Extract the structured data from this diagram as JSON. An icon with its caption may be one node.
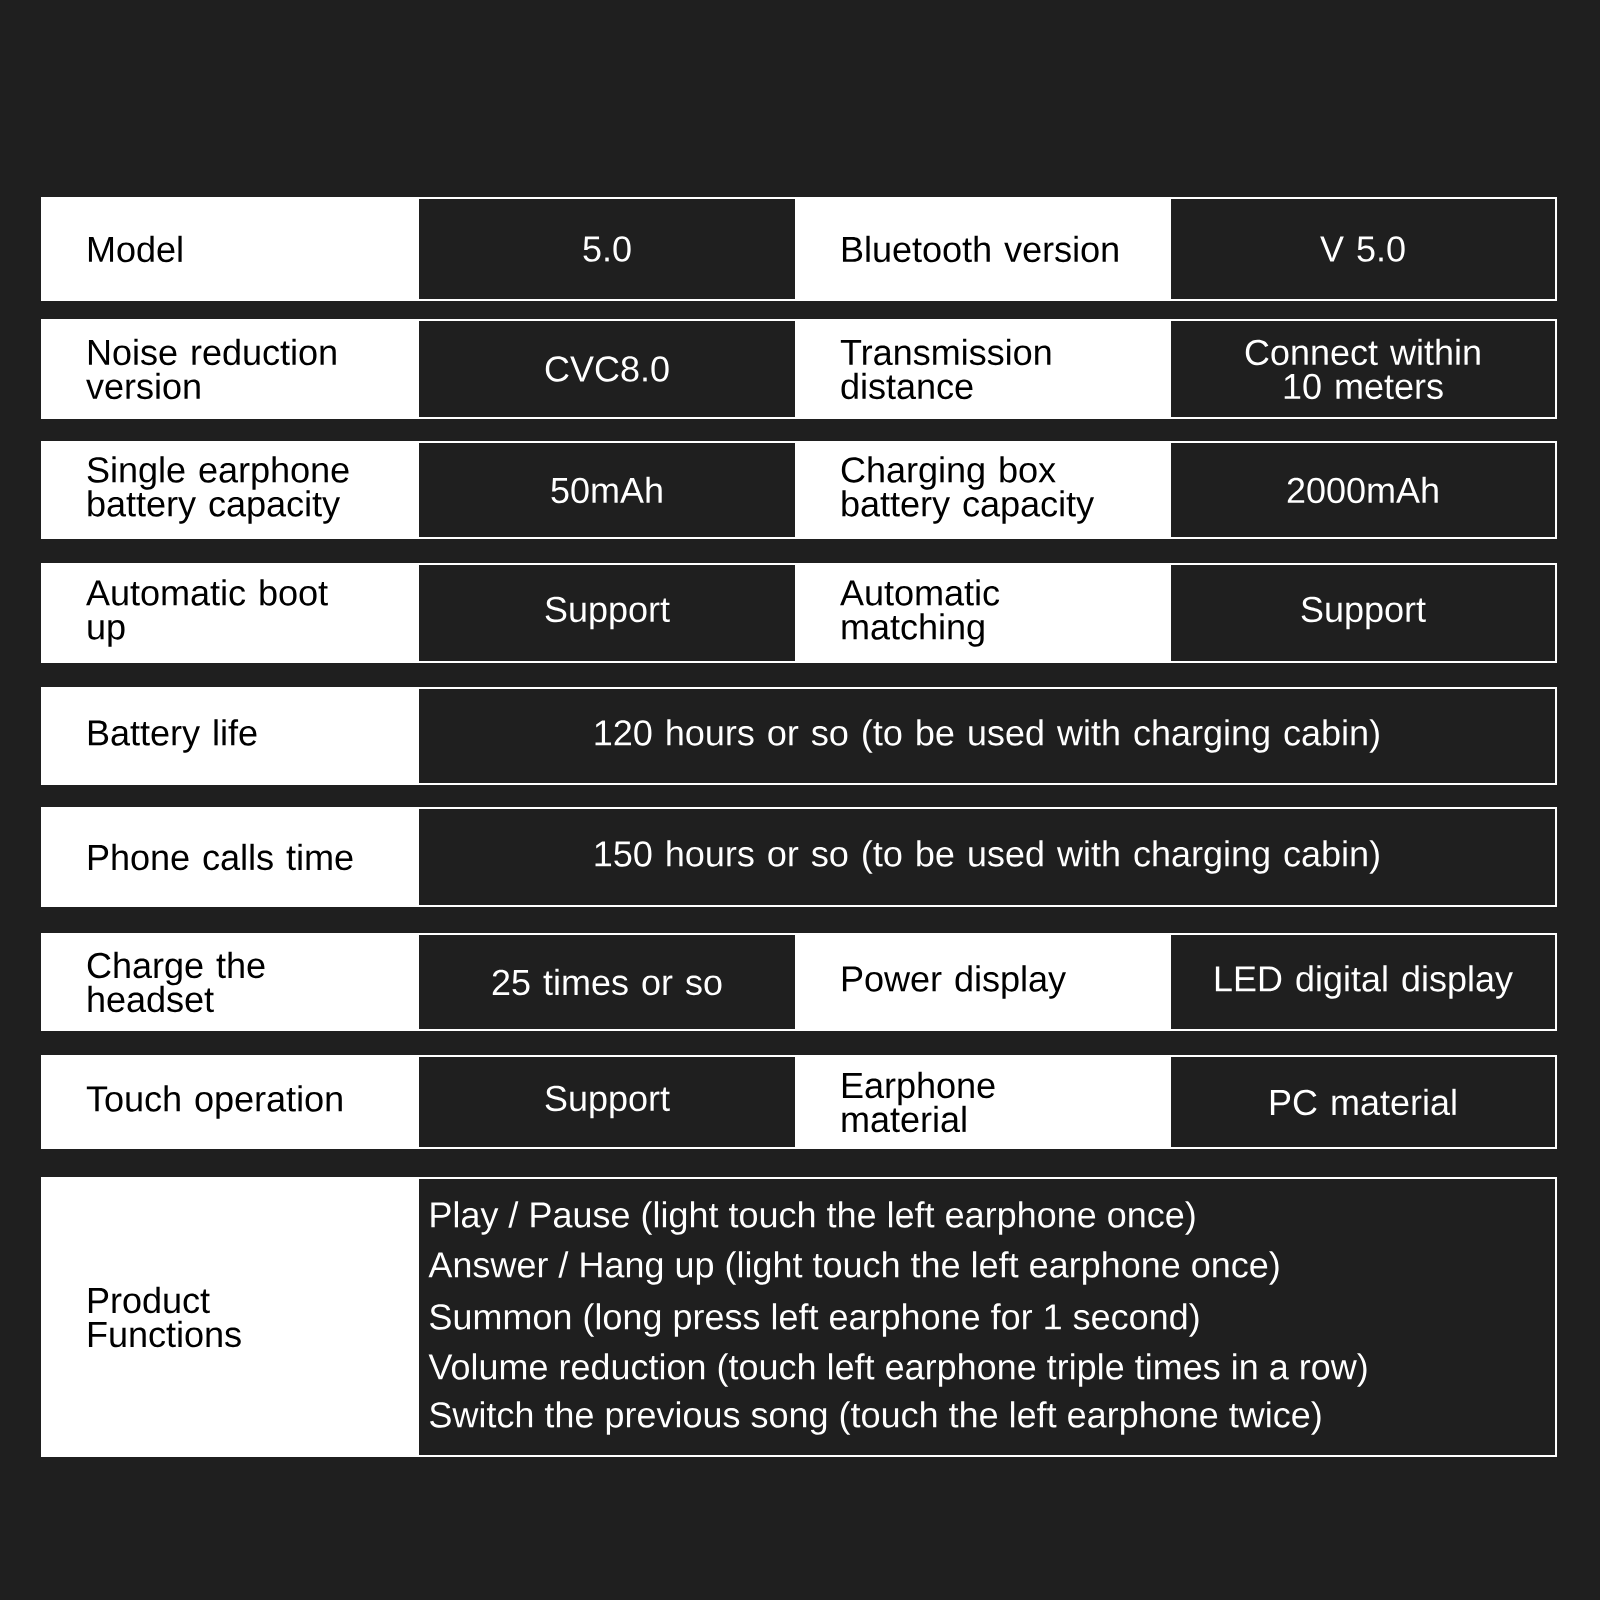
{
  "diagram": {
    "labels": [
      "Model",
      "5.0",
      "Bluetooth version",
      "V 5.0",
      "Noise reduction version",
      "CVC8.0",
      "Transmission distance",
      "Connect within 10 meters",
      "Single earphone battery capacity",
      "50mAh",
      "Charging box battery capacity",
      "2000mAh",
      "Automatic boot up",
      "Support",
      "Automatic matching",
      "Support",
      "Battery life",
      "120 hours or so (to be used with charging cabin)",
      "Phone calls time",
      "150 hours or so (to be used with charging cabin)",
      "Charge the headset",
      "25 times or so",
      "Power display",
      "LED digital display",
      "Touch operation",
      "Support",
      "Earphone material",
      "PC material",
      "Product Functions",
      "Play / Pause (light touch the left earphone once)",
      "Answer / Hang up (light touch the left earphone once)",
      "Summon (long press left earphone for 1 second)",
      "Volume reduction (touch left earphone triple times in a row)",
      "Switch the previous song (touch the left earphone twice)"
    ]
  }
}
